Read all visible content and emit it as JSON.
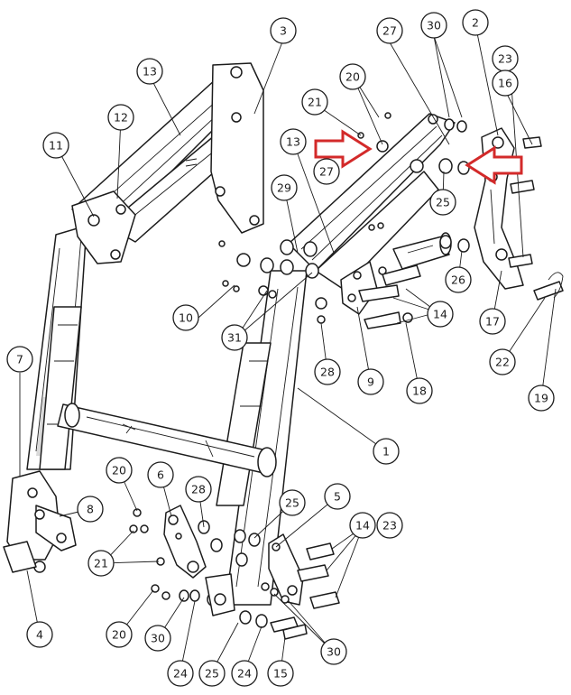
{
  "callouts": [
    {
      "id": "c3",
      "label": "3"
    },
    {
      "id": "c27a",
      "label": "27"
    },
    {
      "id": "c30a",
      "label": "30"
    },
    {
      "id": "c2",
      "label": "2"
    },
    {
      "id": "c23a",
      "label": "23"
    },
    {
      "id": "c16",
      "label": "16"
    },
    {
      "id": "c13a",
      "label": "13"
    },
    {
      "id": "c20a",
      "label": "20"
    },
    {
      "id": "c21a",
      "label": "21"
    },
    {
      "id": "c12",
      "label": "12"
    },
    {
      "id": "c11",
      "label": "11"
    },
    {
      "id": "c13b",
      "label": "13"
    },
    {
      "id": "c27b",
      "label": "27"
    },
    {
      "id": "c29",
      "label": "29"
    },
    {
      "id": "c25a",
      "label": "25"
    },
    {
      "id": "c26",
      "label": "26"
    },
    {
      "id": "c14a",
      "label": "14"
    },
    {
      "id": "c17",
      "label": "17"
    },
    {
      "id": "c10",
      "label": "10"
    },
    {
      "id": "c31",
      "label": "31"
    },
    {
      "id": "c28a",
      "label": "28"
    },
    {
      "id": "c9",
      "label": "9"
    },
    {
      "id": "c18",
      "label": "18"
    },
    {
      "id": "c22",
      "label": "22"
    },
    {
      "id": "c19",
      "label": "19"
    },
    {
      "id": "c7",
      "label": "7"
    },
    {
      "id": "c1",
      "label": "1"
    },
    {
      "id": "c20b",
      "label": "20"
    },
    {
      "id": "c6",
      "label": "6"
    },
    {
      "id": "c28b",
      "label": "28"
    },
    {
      "id": "c25b",
      "label": "25"
    },
    {
      "id": "c5",
      "label": "5"
    },
    {
      "id": "c8",
      "label": "8"
    },
    {
      "id": "c14b",
      "label": "14"
    },
    {
      "id": "c23b",
      "label": "23"
    },
    {
      "id": "c21b",
      "label": "21"
    },
    {
      "id": "c20c",
      "label": "20"
    },
    {
      "id": "c30b",
      "label": "30"
    },
    {
      "id": "c30c",
      "label": "30"
    },
    {
      "id": "c4",
      "label": "4"
    },
    {
      "id": "c24a",
      "label": "24"
    },
    {
      "id": "c25c",
      "label": "25"
    },
    {
      "id": "c24b",
      "label": "24"
    },
    {
      "id": "c15",
      "label": "15"
    }
  ],
  "highlights": [
    {
      "id": "arrow-left-pointing",
      "color": "#d32a2a"
    },
    {
      "id": "arrow-right-pointing",
      "color": "#d32a2a"
    }
  ]
}
